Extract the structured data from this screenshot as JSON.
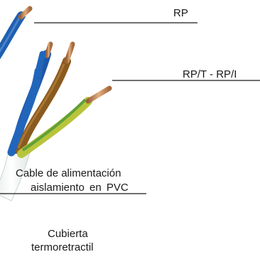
{
  "labels": {
    "rp": "RP",
    "rp_t_rp_i": "RP/T - RP/I",
    "cable_line1": "Cable de alimentación",
    "cable_line2": "aislamiento en PVC",
    "cubierta_line1": "Cubierta",
    "cubierta_line2": "termoretractil"
  },
  "colors": {
    "blue_wire": "#1f5fb0",
    "brown_wire": "#8a5a1e",
    "yellow_green_wire": "#b9c53a",
    "copper": "#c98e5e",
    "sheath": "#eef2f1",
    "leader_line": "#1a1a1a"
  }
}
